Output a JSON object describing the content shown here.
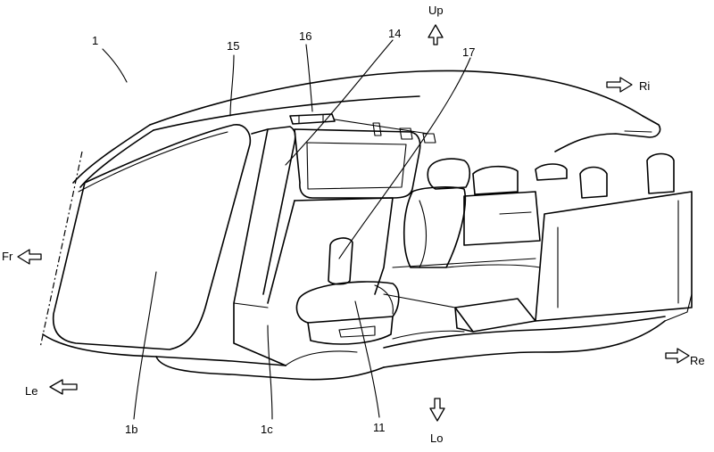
{
  "figure": {
    "labels": {
      "ref_1": "1",
      "ref_15": "15",
      "ref_16": "16",
      "ref_14": "14",
      "ref_17": "17",
      "ref_1b": "1b",
      "ref_1c": "1c",
      "ref_11": "11"
    },
    "directions": {
      "up": "Up",
      "lo": "Lo",
      "fr": "Fr",
      "re": "Re",
      "ri": "Ri",
      "le": "Le"
    }
  }
}
